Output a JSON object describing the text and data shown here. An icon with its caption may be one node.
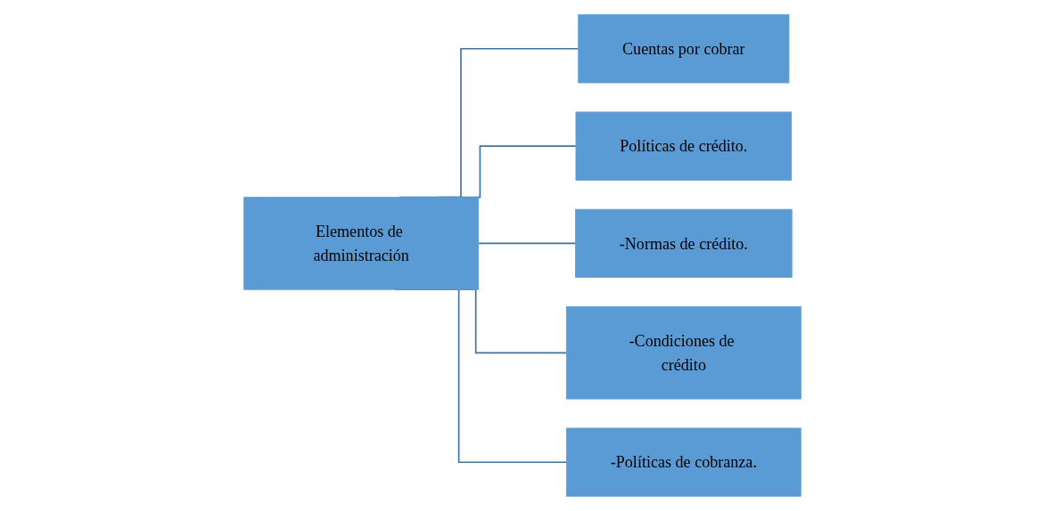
{
  "diagram": {
    "nodes": [
      {
        "text": [
          "Elementos de administración"
        ]
      },
      {
        "text": [
          "Cuentas por cobrar"
        ]
      },
      {
        "text": [
          "Políticas de crédito."
        ]
      },
      {
        "text": [
          "-Normas de crédito."
        ]
      },
      {
        "text": [
          "-Condiciones de crédito"
        ]
      },
      {
        "text": [
          "-Políticas de cobranza."
        ]
      }
    ],
    "edges": [
      {
        "from": 0,
        "to": 1,
        "arrow": "none"
      },
      {
        "from": 0,
        "to": 2,
        "arrow": "none"
      },
      {
        "from": 0,
        "to": 3,
        "arrow": "none"
      },
      {
        "from": 0,
        "to": 4,
        "arrow": "none"
      },
      {
        "from": 0,
        "to": 5,
        "arrow": "none"
      }
    ]
  }
}
